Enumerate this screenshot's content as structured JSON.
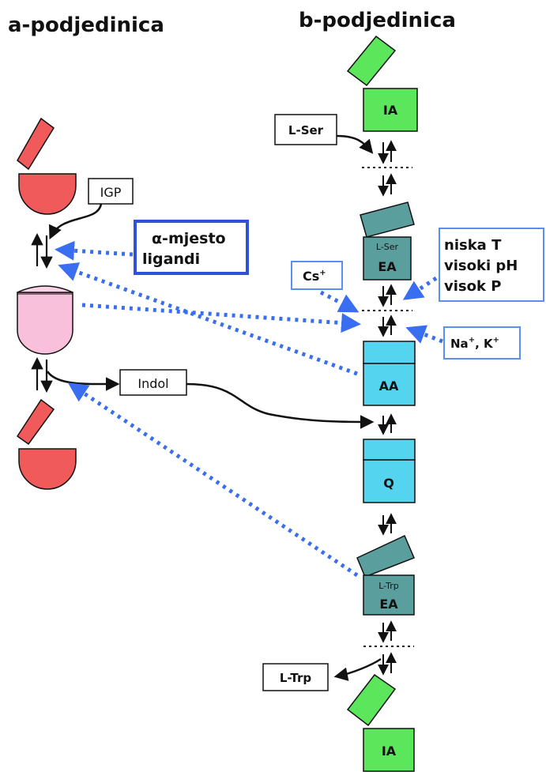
{
  "titles": {
    "alpha": "a-podjedinica",
    "beta": "b-podjedinica"
  },
  "labels": {
    "igp": "IGP",
    "indol": "Indol",
    "l_ser_in": "L-Ser",
    "l_trp_out": "L-Trp",
    "cs": "Cs",
    "cs_sup": "+",
    "na_k_na": "Na",
    "na_k_k": ", K",
    "na_k_sup": "+",
    "alpha_site_line1": "α-mjesto",
    "alpha_site_line2": "ligandi",
    "conditions": [
      "niska T",
      "visoki pH",
      "visok P"
    ]
  },
  "beta_states": {
    "ia_top": "IA",
    "ea_lser_sub": "L-Ser",
    "ea_lser": "EA",
    "aa": "AA",
    "q": "Q",
    "ea_ltrp_sub": "L-Trp",
    "ea_ltrp": "EA",
    "ia_bottom": "IA"
  },
  "colors": {
    "alpha_red": "#f05a5a",
    "alpha_pink": "#f9c0dc",
    "beta_green": "#5ce65c",
    "beta_teal": "#5a9e9e",
    "beta_cyan": "#55d4f0",
    "dotted_blue": "#3a6ef0",
    "box_blue": "#3050d8"
  }
}
